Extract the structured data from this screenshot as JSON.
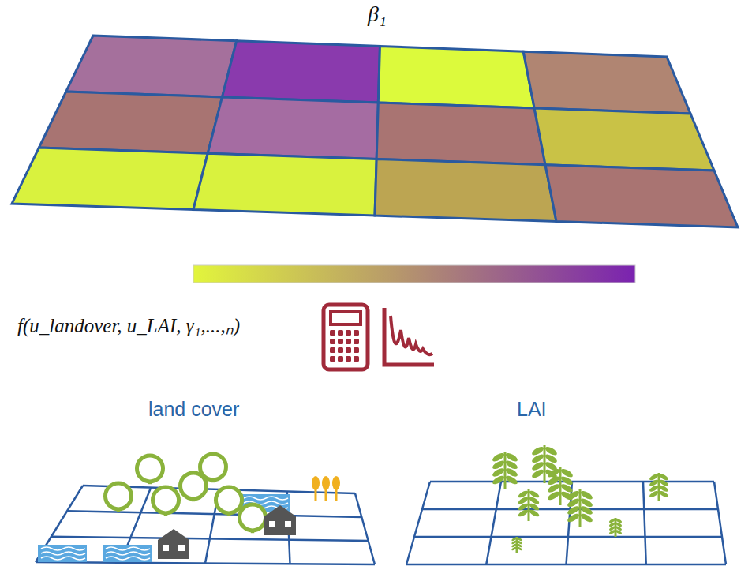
{
  "diagram": {
    "labels": [
      "β₁",
      "f(u_landover, u_LAI, γ₁,...,ₙ)",
      "land cover",
      "LAI"
    ]
  }
}
